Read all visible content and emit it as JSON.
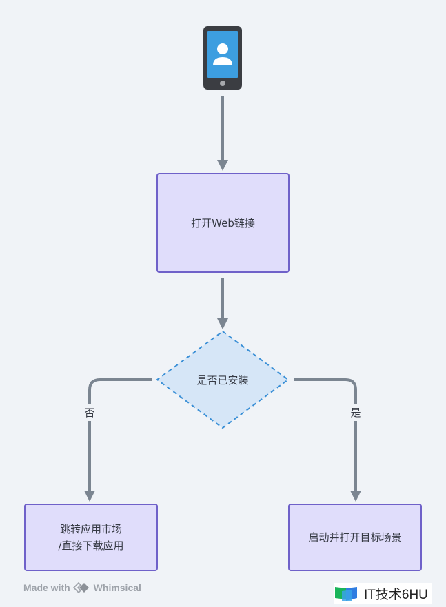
{
  "diagram": {
    "start_icon": "smartphone-user-icon",
    "nodes": {
      "open_link": "打开Web链接",
      "decision": "是否已安装",
      "no_branch": [
        "跳转应用市场",
        "/直接下载应用"
      ],
      "yes_branch": "启动并打开目标场景"
    },
    "edges": {
      "no_label": "否",
      "yes_label": "是"
    }
  },
  "footer": {
    "made_with": "Made with",
    "brand": "Whimsical",
    "brand_icon": "whimsical-logo-icon"
  },
  "watermark": {
    "text": "IT技术6HU",
    "icon": "book-logo-icon"
  },
  "colors": {
    "background": "#f0f3f7",
    "node_fill": "#e0ddfb",
    "node_border": "#6f61c9",
    "decision_fill": "#d6e6f7",
    "decision_border": "#3a8fd6",
    "connector": "#7b8591",
    "phone_body": "#3b3d42",
    "phone_screen": "#3d9ee0"
  }
}
